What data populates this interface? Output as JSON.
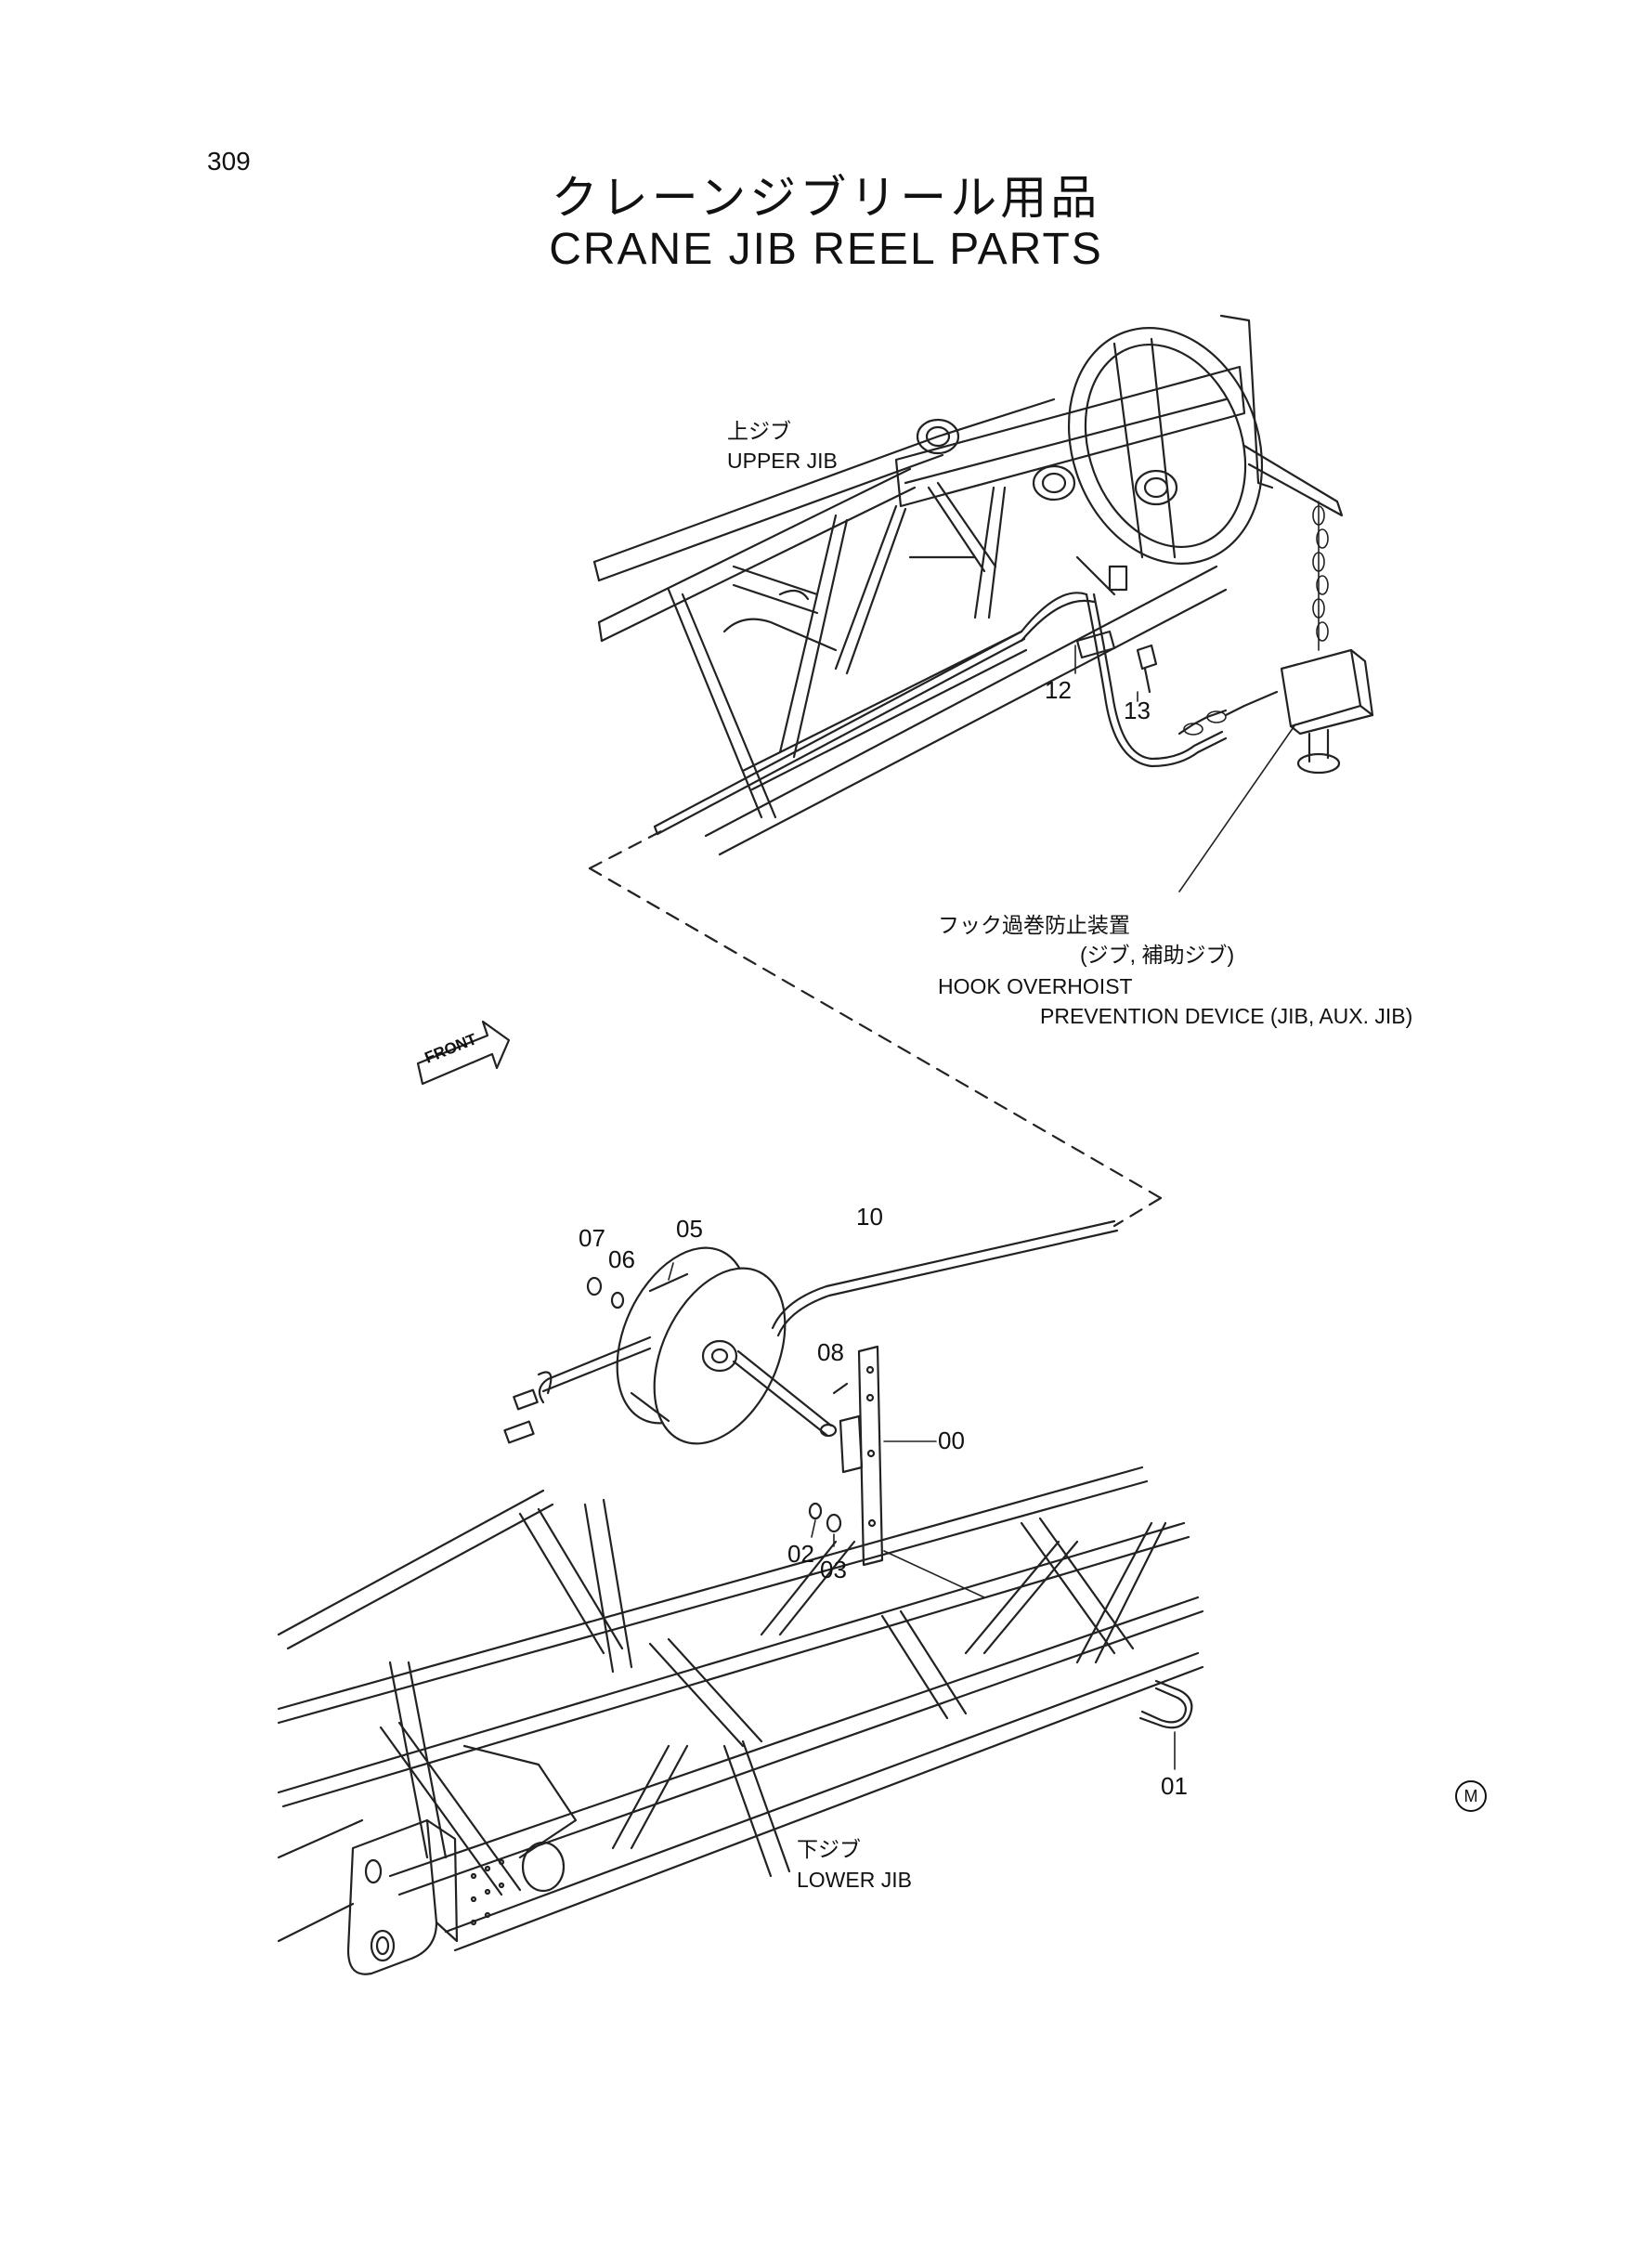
{
  "page_number": "309",
  "title": {
    "japanese": "クレーンジブリール用品",
    "english": "CRANE JIB REEL PARTS"
  },
  "labels": {
    "upper_jib": {
      "japanese": "上ジブ",
      "english": "UPPER JIB"
    },
    "lower_jib": {
      "japanese": "下ジブ",
      "english": "LOWER JIB"
    },
    "hook_overhoist": {
      "japanese_line1": "フック過巻防止装置",
      "japanese_line2": "(ジブ, 補助ジブ)",
      "english_line1": "HOOK OVERHOIST",
      "english_line2": "PREVENTION DEVICE (JIB, AUX. JIB)"
    },
    "front_arrow": "FRONT"
  },
  "part_numbers": {
    "p00": "00",
    "p01": "01",
    "p02": "02",
    "p03": "03",
    "p05": "05",
    "p06": "06",
    "p07": "07",
    "p08": "08",
    "p10": "10",
    "p12": "12",
    "p13": "13"
  },
  "mark": "M"
}
